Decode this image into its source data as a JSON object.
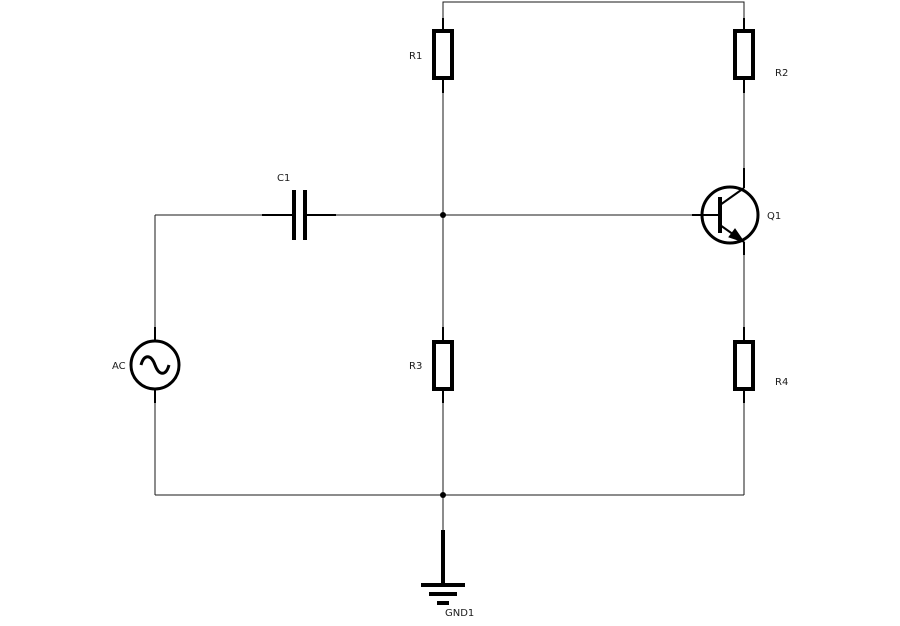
{
  "components": {
    "capacitor": "C1",
    "resistor_top_left": "R1",
    "resistor_top_right": "R2",
    "resistor_bottom_left": "R3",
    "resistor_bottom_right": "R4",
    "transistor": "Q1",
    "source": "AC",
    "ground": "GND1"
  },
  "icons": {
    "source": "ac-source-icon",
    "transistor": "npn-transistor-icon",
    "ground": "ground-icon"
  },
  "colors": {
    "ink": "#000000",
    "wire": "#1a1a1a",
    "background": "#ffffff"
  }
}
